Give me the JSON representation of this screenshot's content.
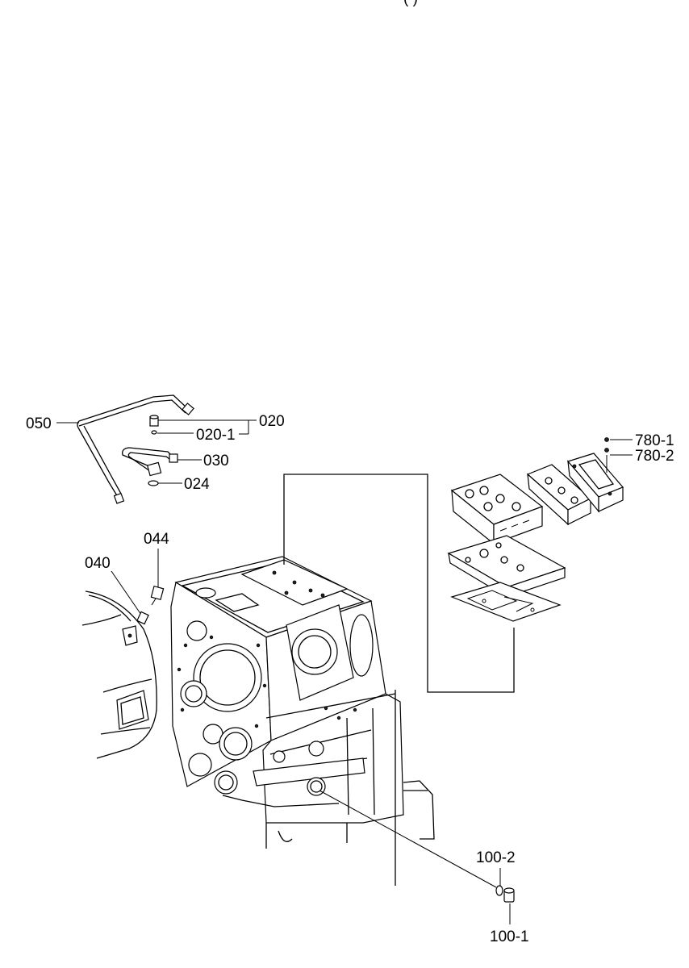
{
  "header": {
    "title_fragment": "(             )"
  },
  "callouts": {
    "c050": "050",
    "c020": "020",
    "c020_1": "020-1",
    "c030": "030",
    "c024": "024",
    "c044": "044",
    "c040": "040",
    "c780_1": "780-1",
    "c780_2": "780-2",
    "c100_2": "100-2",
    "c100_1": "100-1"
  }
}
